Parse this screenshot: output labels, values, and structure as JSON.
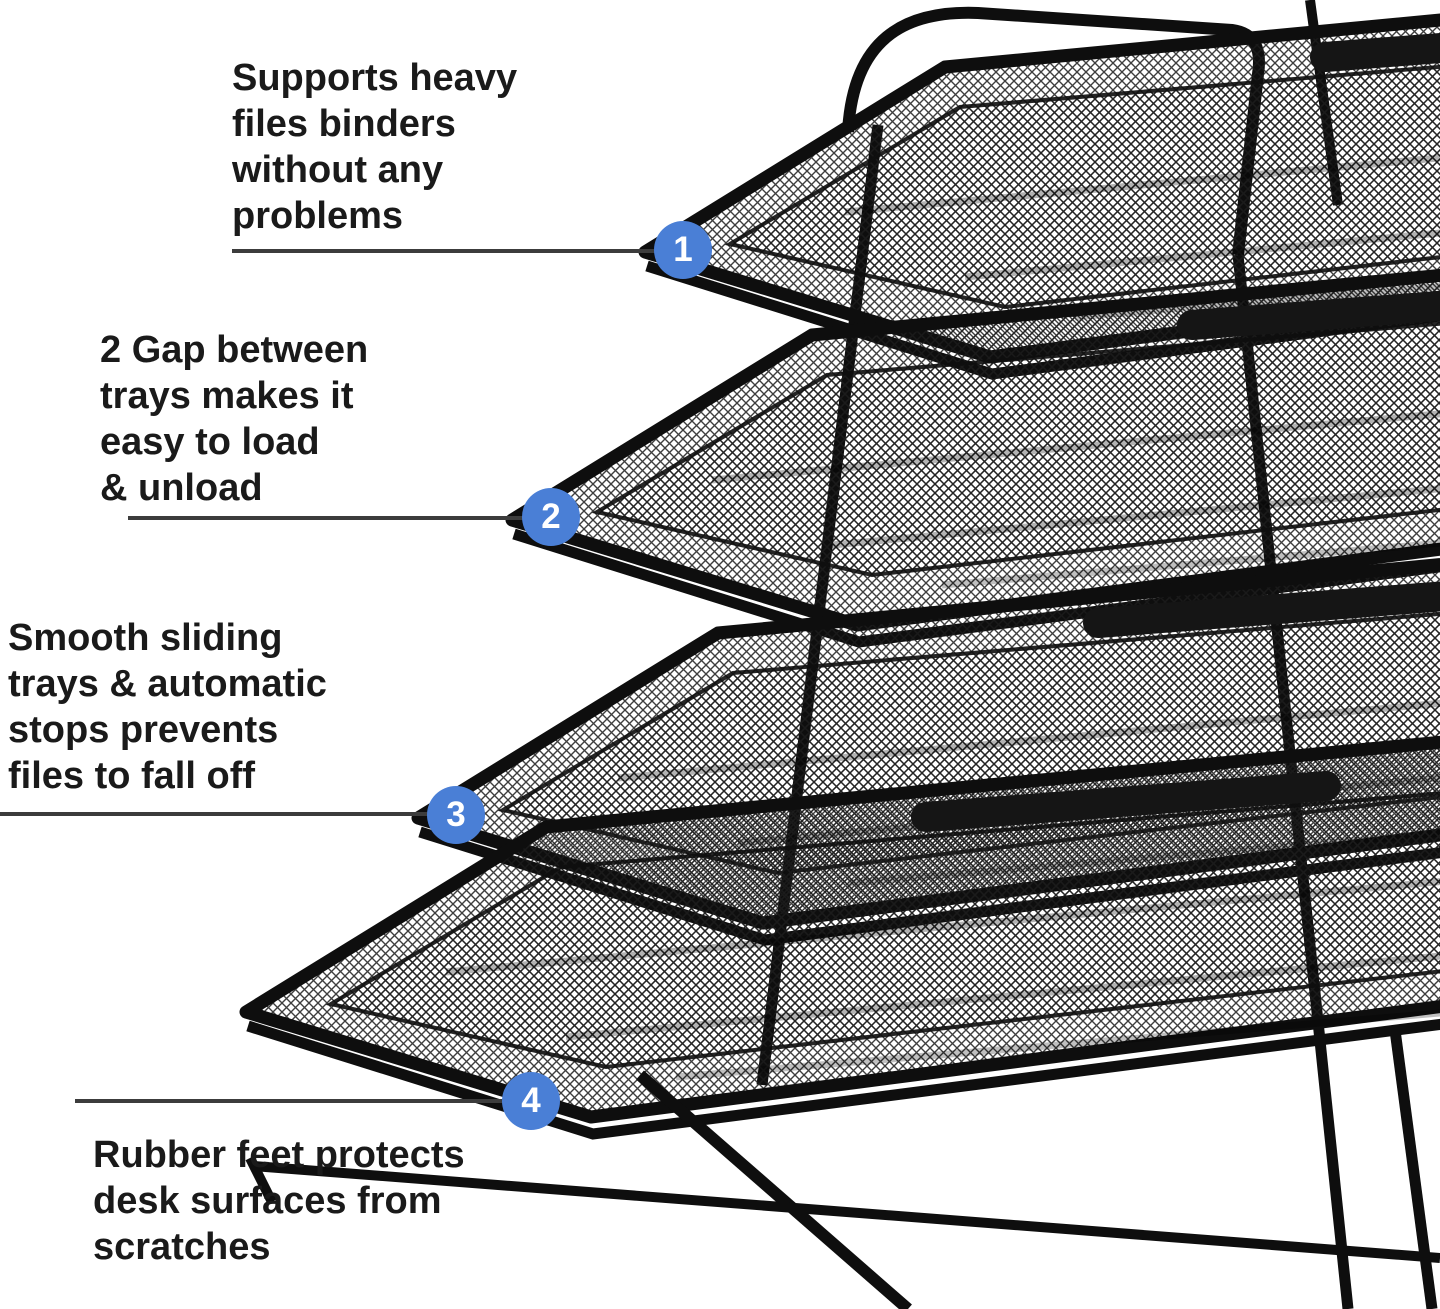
{
  "colors": {
    "badge": "#4a7fd6",
    "text": "#1a1a1a",
    "line": "#3c3c3c",
    "product": "#0e0e0e",
    "background": "#ffffff"
  },
  "product": {
    "name": "4-tier black metal mesh desk file tray organizer"
  },
  "annotations": [
    {
      "number": "1",
      "text": "Supports heavy\nfiles binders\nwithout any\nproblems"
    },
    {
      "number": "2",
      "text": "2 Gap between\ntrays makes it\neasy to load\n& unload"
    },
    {
      "number": "3",
      "text": "Smooth sliding\ntrays & automatic\nstops prevents\nfiles to fall off"
    },
    {
      "number": "4",
      "text": "Rubber feet protects\ndesk surfaces from\nscratches"
    }
  ]
}
